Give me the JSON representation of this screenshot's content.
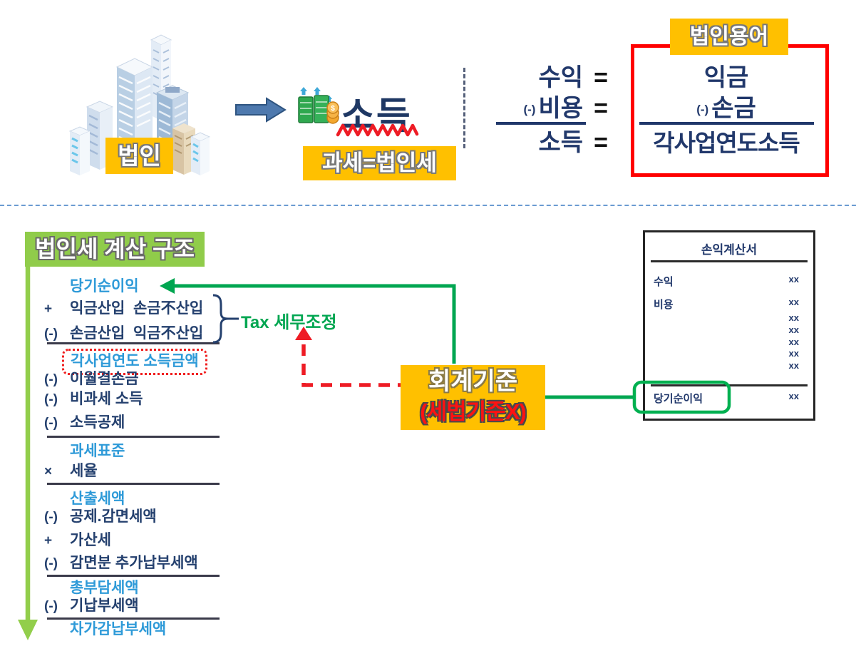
{
  "top": {
    "corp_label": "법인",
    "income_word": "소득",
    "tax_note": "과세=법인세",
    "terms_label": "법인용어",
    "equation": {
      "rows": [
        {
          "prefix": "",
          "left": "수익",
          "equals": "=",
          "right_prefix": "",
          "right": "익금"
        },
        {
          "prefix": "(-)",
          "left": "비용",
          "equals": "=",
          "right_prefix": "(-)",
          "right": "손금"
        },
        {
          "prefix": "",
          "left": "소득",
          "equals": "=",
          "right_prefix": "",
          "right": "각사업연도소득"
        }
      ]
    }
  },
  "bottom": {
    "header": "법인세 계산 구조",
    "tax_adjust_label": "Tax 세무조정",
    "accounting_label_line1": "회계기준",
    "accounting_label_line2": "(세법기준X)",
    "calc": {
      "rows": [
        {
          "prefix": "",
          "label": "당기순이익",
          "style": "blue"
        },
        {
          "prefix": "+",
          "label": "익금산입  손금不산입",
          "style": "navy"
        },
        {
          "prefix": "(-)",
          "label": "손금산입  익금不산입",
          "style": "navy",
          "rule_after": true
        },
        {
          "prefix": "",
          "label": "각사업연도 소득금액",
          "style": "blue",
          "boxed": true
        },
        {
          "prefix": "(-)",
          "label": "이월결손금",
          "style": "navy"
        },
        {
          "prefix": "(-)",
          "label": "비과세 소득",
          "style": "navy"
        },
        {
          "prefix": "(-)",
          "label": "소득공제",
          "style": "navy",
          "rule_after": true
        },
        {
          "prefix": "",
          "label": "과세표준",
          "style": "blue"
        },
        {
          "prefix": "×",
          "label": "세율",
          "style": "navy",
          "rule_after": true
        },
        {
          "prefix": "",
          "label": "산출세액",
          "style": "blue"
        },
        {
          "prefix": "(-)",
          "label": "공제.감면세액",
          "style": "navy"
        },
        {
          "prefix": "+",
          "label": "가산세",
          "style": "navy"
        },
        {
          "prefix": "(-)",
          "label": "감면분 추가납부세액",
          "style": "navy",
          "rule_after": true
        },
        {
          "prefix": "",
          "label": "총부담세액",
          "style": "blue"
        },
        {
          "prefix": "(-)",
          "label": "기납부세액",
          "style": "navy",
          "rule_after": true
        },
        {
          "prefix": "",
          "label": "차가감납부세액",
          "style": "blue"
        }
      ]
    },
    "income_statement": {
      "title": "손익계산서",
      "rows": [
        {
          "label": "수익",
          "value": "xx"
        },
        {
          "label": "비용",
          "value": "xx"
        },
        {
          "label": "",
          "value": "xx"
        },
        {
          "label": "",
          "value": "xx"
        },
        {
          "label": "",
          "value": "xx"
        },
        {
          "label": "",
          "value": "xx"
        },
        {
          "label": "",
          "value": "xx"
        },
        {
          "label": "당기순이익",
          "value": "xx",
          "highlight": true
        }
      ]
    }
  },
  "colors": {
    "accent_yellow": "#FFC000",
    "diagram_green": "#00A651",
    "highlight_green": "#00B050",
    "light_green": "#92CE4B",
    "item_blue": "#2E9AD8",
    "item_navy": "#21386B",
    "alert_red": "#FF0000"
  }
}
